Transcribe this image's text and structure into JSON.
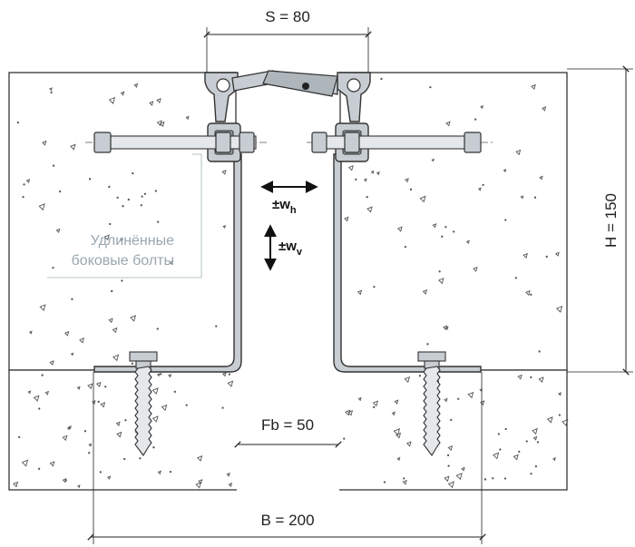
{
  "dimensions": {
    "s": "S = 80",
    "h": "H = 150",
    "fb": "Fb = 50",
    "b": "B = 200"
  },
  "movement": {
    "horizontal_prefix": "±w",
    "horizontal_sub": "h",
    "vertical_prefix": "±w",
    "vertical_sub": "v"
  },
  "note": {
    "line1": "Удлинённые",
    "line2": "боковые болты"
  },
  "colors": {
    "line": "#333333",
    "profile": "#c7cdd2",
    "profile_dark": "#8f979d",
    "note": "#9aa7b0",
    "concrete": "#ffffff"
  }
}
